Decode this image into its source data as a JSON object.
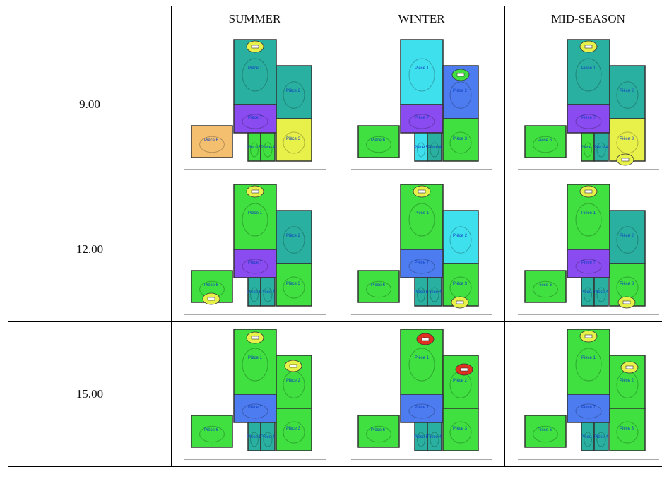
{
  "table": {
    "headers": [
      "",
      "SUMMER",
      "WINTER",
      "MID-SEASON"
    ],
    "rows": [
      {
        "time": "9.00"
      },
      {
        "time": "12.00"
      },
      {
        "time": "15.00"
      }
    ]
  },
  "room_labels": {
    "p1": "Pièce 1",
    "p2": "Pièce 2",
    "p3": "Pièce 3",
    "p4": "Pièce 4",
    "p5": "Pièce 5",
    "p6": "Pièce 6",
    "p7": "Pièce 7"
  },
  "colors": {
    "cyan": "#3fe0ee",
    "green": "#3fe03f",
    "yellow": "#e8f04a",
    "teal": "#2ab0a0",
    "blue": "#4d7cf0",
    "purple": "#8a4cf0",
    "orange": "#f4c070",
    "red": "#e03020"
  }
}
